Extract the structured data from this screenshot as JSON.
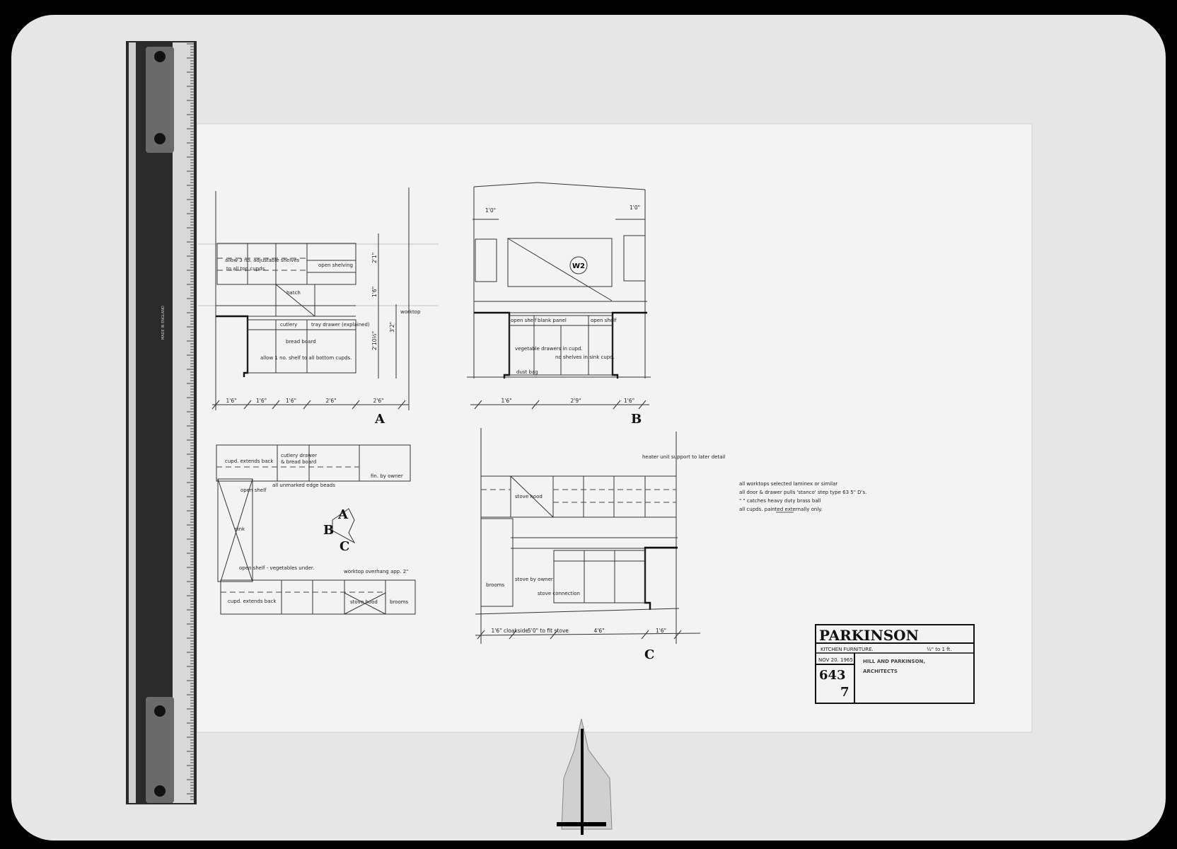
{
  "elevation_a": {
    "label": "A",
    "notes": [
      "allow 3 no. adjustable shelves",
      "to all top cupds.",
      "open shelving",
      "hatch",
      "cutlery",
      "tray drawer (explained)",
      "bread board",
      "allow 1 no. shelf to all bottom cupds.",
      "worktop"
    ],
    "vertical_dims": [
      "2'1\"",
      "1'6\"",
      "2'10½\"",
      "3'2\""
    ],
    "dims": [
      "1'6\"",
      "1'6\"",
      "1'6\"",
      "2'6\"",
      "2'6\""
    ]
  },
  "elevation_b": {
    "label": "B",
    "window_tag": "W2",
    "notes": [
      "open shelf",
      "blank panel",
      "open shelf",
      "vegetable drawers in cupd.",
      "no shelves in sink cupd.",
      "dust bag"
    ],
    "top_dims": [
      "1'0\"",
      "1'0\""
    ],
    "dims": [
      "1'6\"",
      "2'9\"",
      "1'6\""
    ]
  },
  "plan": {
    "key": [
      "A",
      "B",
      "C"
    ],
    "notes": [
      "cupd. extends back",
      "cutlery drawer",
      "& bread board",
      "fin. by owner",
      "all unmarked edge beads",
      "open shelf",
      "sink",
      "open shelf - vegetables under.",
      "worktop overhang app. 2\"",
      "cupd. extends back",
      "stove hood",
      "brooms"
    ]
  },
  "elevation_c": {
    "label": "C",
    "notes": [
      "heater unit support to later detail",
      "stove hood",
      "brooms",
      "stove by owner",
      "stove connection"
    ],
    "dims": [
      "1'6\" cloakside",
      "5'0\" to fit stove",
      "4'6\"",
      "1'6\""
    ]
  },
  "general_notes": [
    "all worktops selected laminex or similar",
    "all door & drawer pulls 'stanco' step type 63 5\" D's.",
    "\" \" catches heavy duty brass ball",
    "all cupds. painted externally only."
  ],
  "title_block": {
    "client": "PARKINSON",
    "subject": "KITCHEN FURNITURE.",
    "scale": "½\" to 1 ft.",
    "date": "NOV 20. 1965",
    "job_number": "643",
    "sheet_number": "7",
    "architect_line1": "HILL AND PARKINSON,",
    "architect_line2": "ARCHITECTS"
  },
  "ruler": {
    "imprint": "MADE IN ENGLAND"
  }
}
